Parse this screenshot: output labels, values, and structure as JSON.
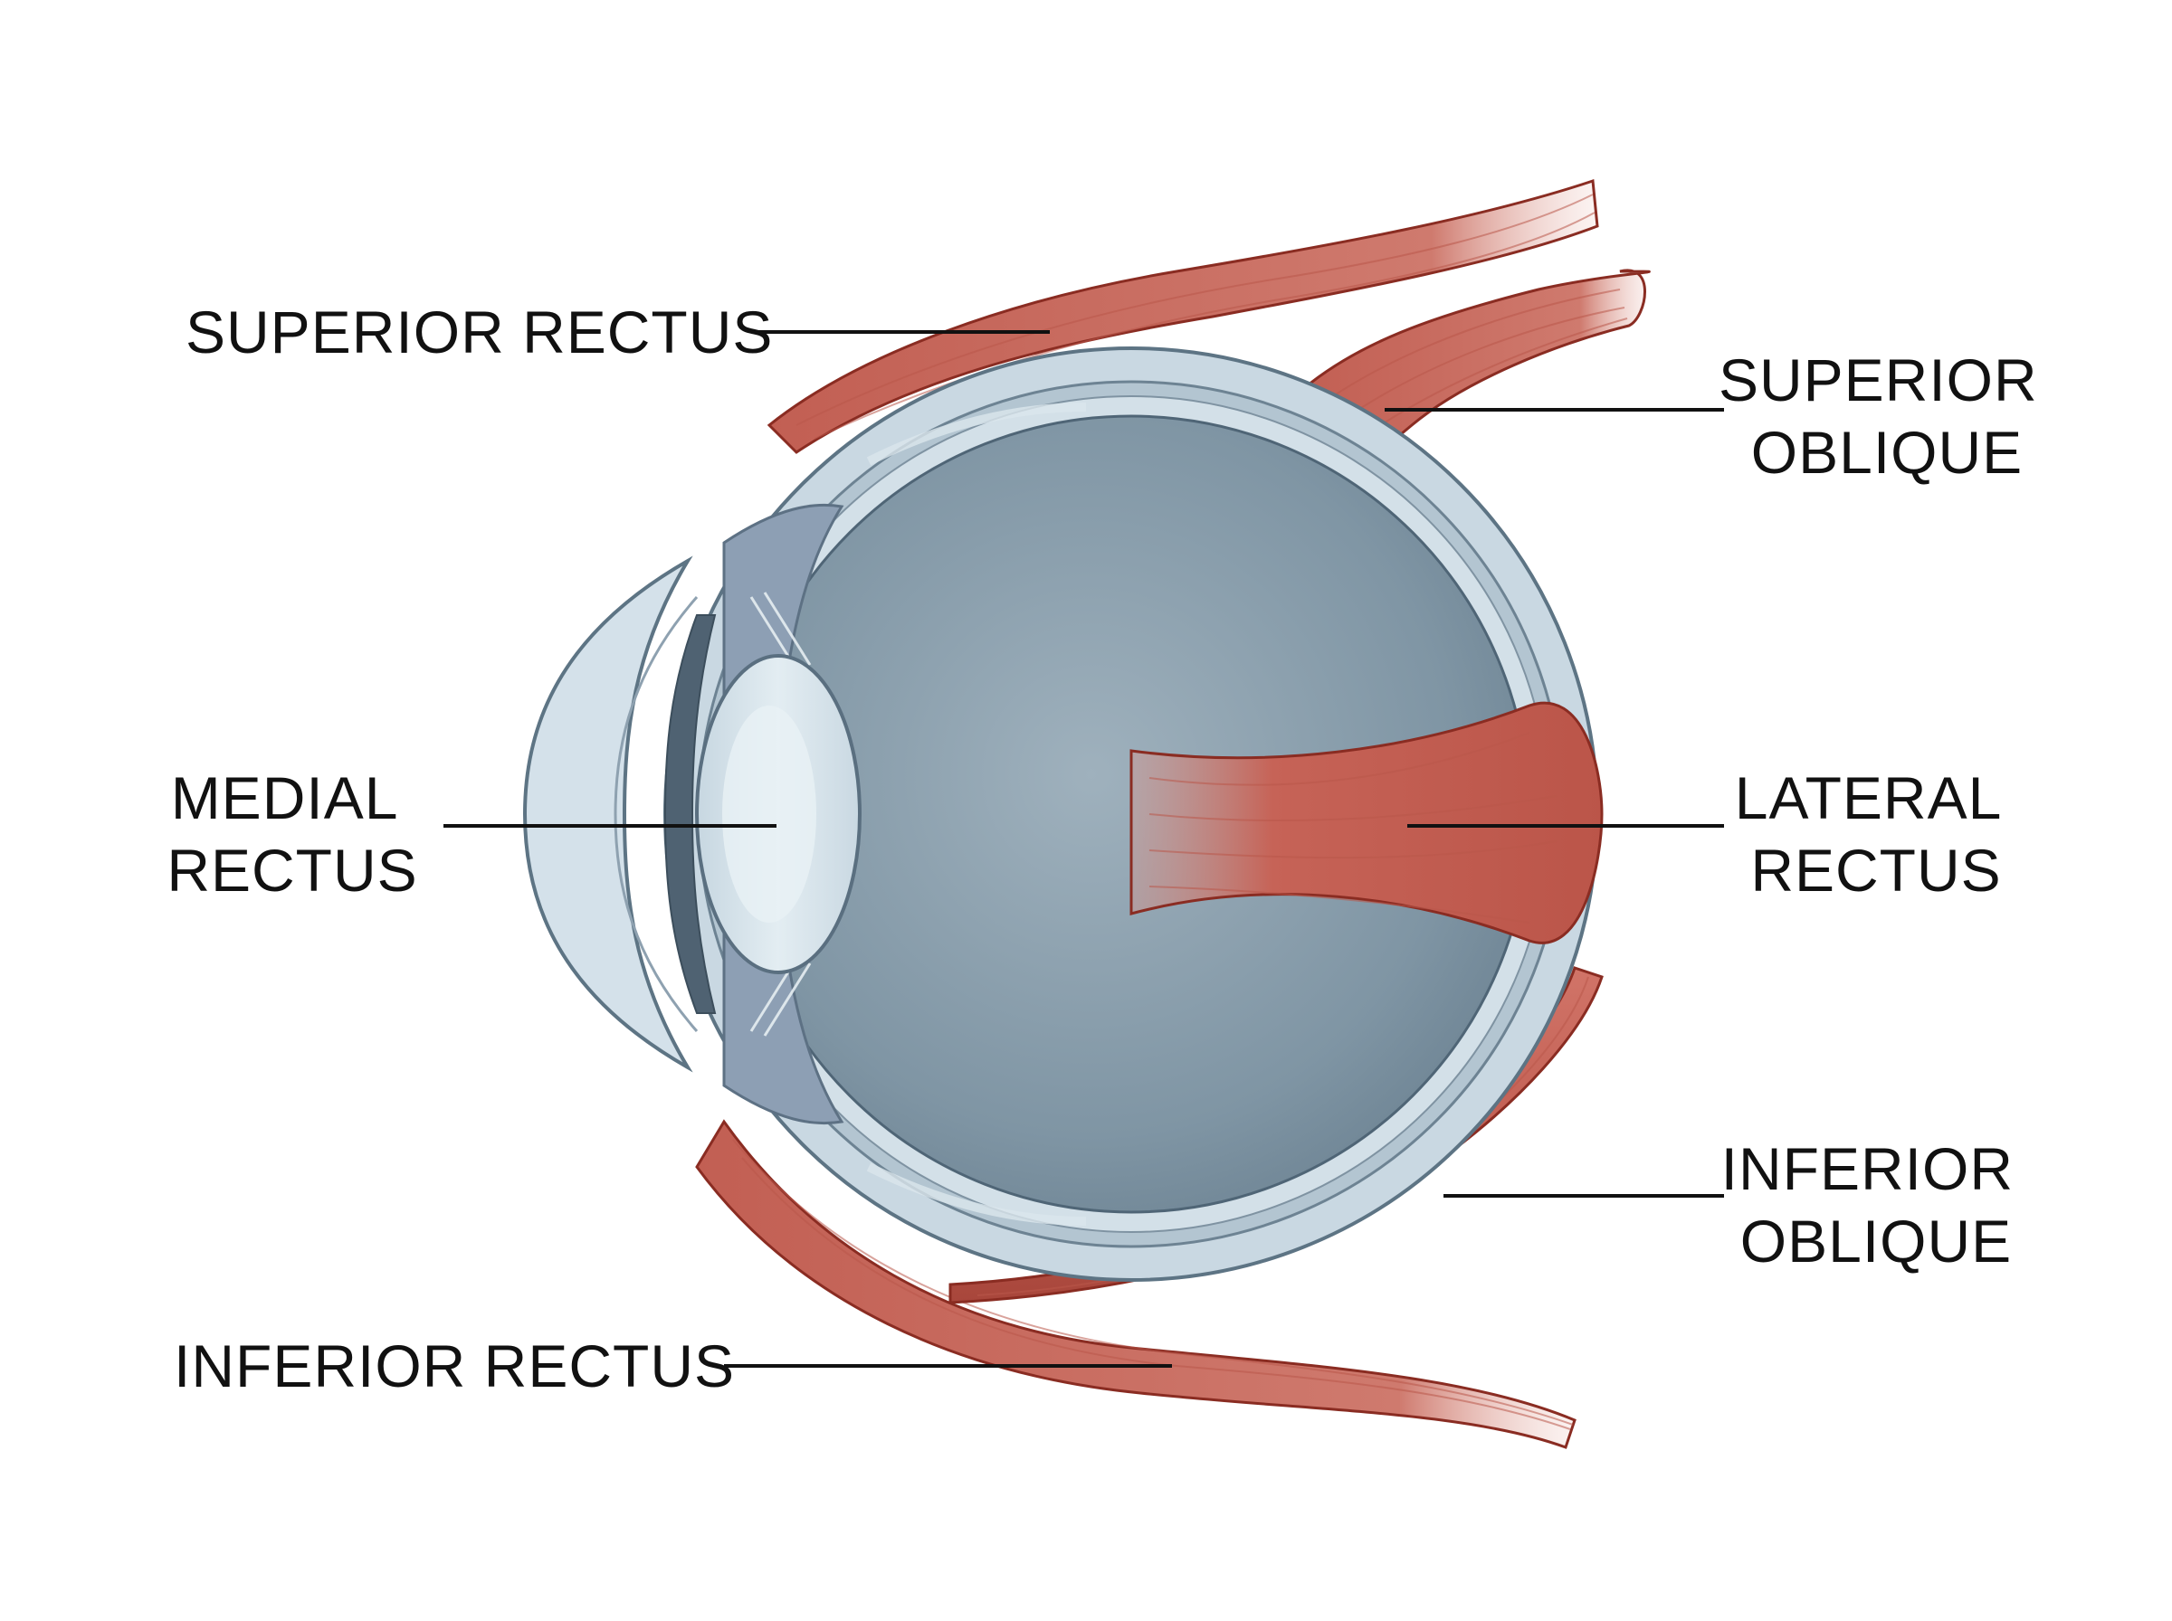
{
  "labels": {
    "superior_rectus": [
      "SUPERIOR RECTUS"
    ],
    "superior_oblique": [
      "SUPERIOR",
      "OBLIQUE"
    ],
    "medial_rectus": [
      "MEDIAL",
      "RECTUS"
    ],
    "lateral_rectus": [
      "LATERAL",
      "RECTUS"
    ],
    "inferior_oblique": [
      "INFERIOR",
      "OBLIQUE"
    ],
    "inferior_rectus": [
      "INFERIOR RECTUS"
    ]
  },
  "colors": {
    "muscle": "#c8655a",
    "muscle_dark": "#9e3b30",
    "sclera": "#c4d3de",
    "vitreous": "#8ea3b2",
    "lens": "#d6e4ec",
    "text": "#111111"
  }
}
